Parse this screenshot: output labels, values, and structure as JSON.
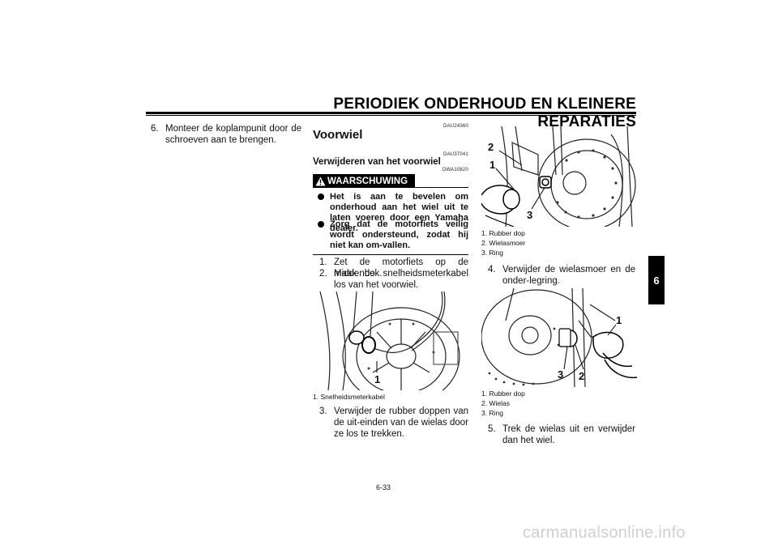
{
  "header": {
    "title": "PERIODIEK ONDERHOUD EN KLEINERE REPARATIES"
  },
  "col1": {
    "step6": {
      "num": "6.",
      "text": "Monteer de koplampunit door de schroeven aan te brengen."
    }
  },
  "col2": {
    "code1": "DAU24360",
    "heading": "Voorwiel",
    "code2": "DAU37041",
    "subheading": "Verwijderen van het voorwiel",
    "code3": "DWA10820",
    "warning": {
      "label": "WAARSCHUWING",
      "bullets": [
        "Het is aan te bevelen om onderhoud aan het wiel uit te laten voeren door een Yamaha dealer.",
        "Zorg dat de motorfiets veilig wordt ondersteund, zodat hij niet kan om-vallen."
      ]
    },
    "step1": {
      "num": "1.",
      "text": "Zet de motorfiets op de middenbok."
    },
    "step2": {
      "num": "2.",
      "text": "Maak de snelheidsmeterkabel los van het voorwiel."
    },
    "figure": {
      "callouts": [
        "1"
      ],
      "captions": [
        "1. Snelheidsmeterkabel"
      ]
    },
    "step3": {
      "num": "3.",
      "text": "Verwijder de rubber doppen van de uit-einden van de wielas door ze los te trekken."
    }
  },
  "col3": {
    "figure1": {
      "callouts": [
        "2",
        "1",
        "3"
      ],
      "captions": [
        "1. Rubber dop",
        "2. Wielasmoer",
        "3. Ring"
      ]
    },
    "step4": {
      "num": "4.",
      "text": "Verwijder de wielasmoer en de onder-legring."
    },
    "figure2": {
      "callouts": [
        "1",
        "3",
        "2"
      ],
      "captions": [
        "1. Rubber dop",
        "2. Wielas",
        "3. Ring"
      ]
    },
    "step5": {
      "num": "5.",
      "text": "Trek de wielas uit en verwijder dan het wiel."
    }
  },
  "footer": {
    "page_number": "6-33",
    "chapter_tab": "6",
    "watermark": "carmanualsonline.info"
  }
}
